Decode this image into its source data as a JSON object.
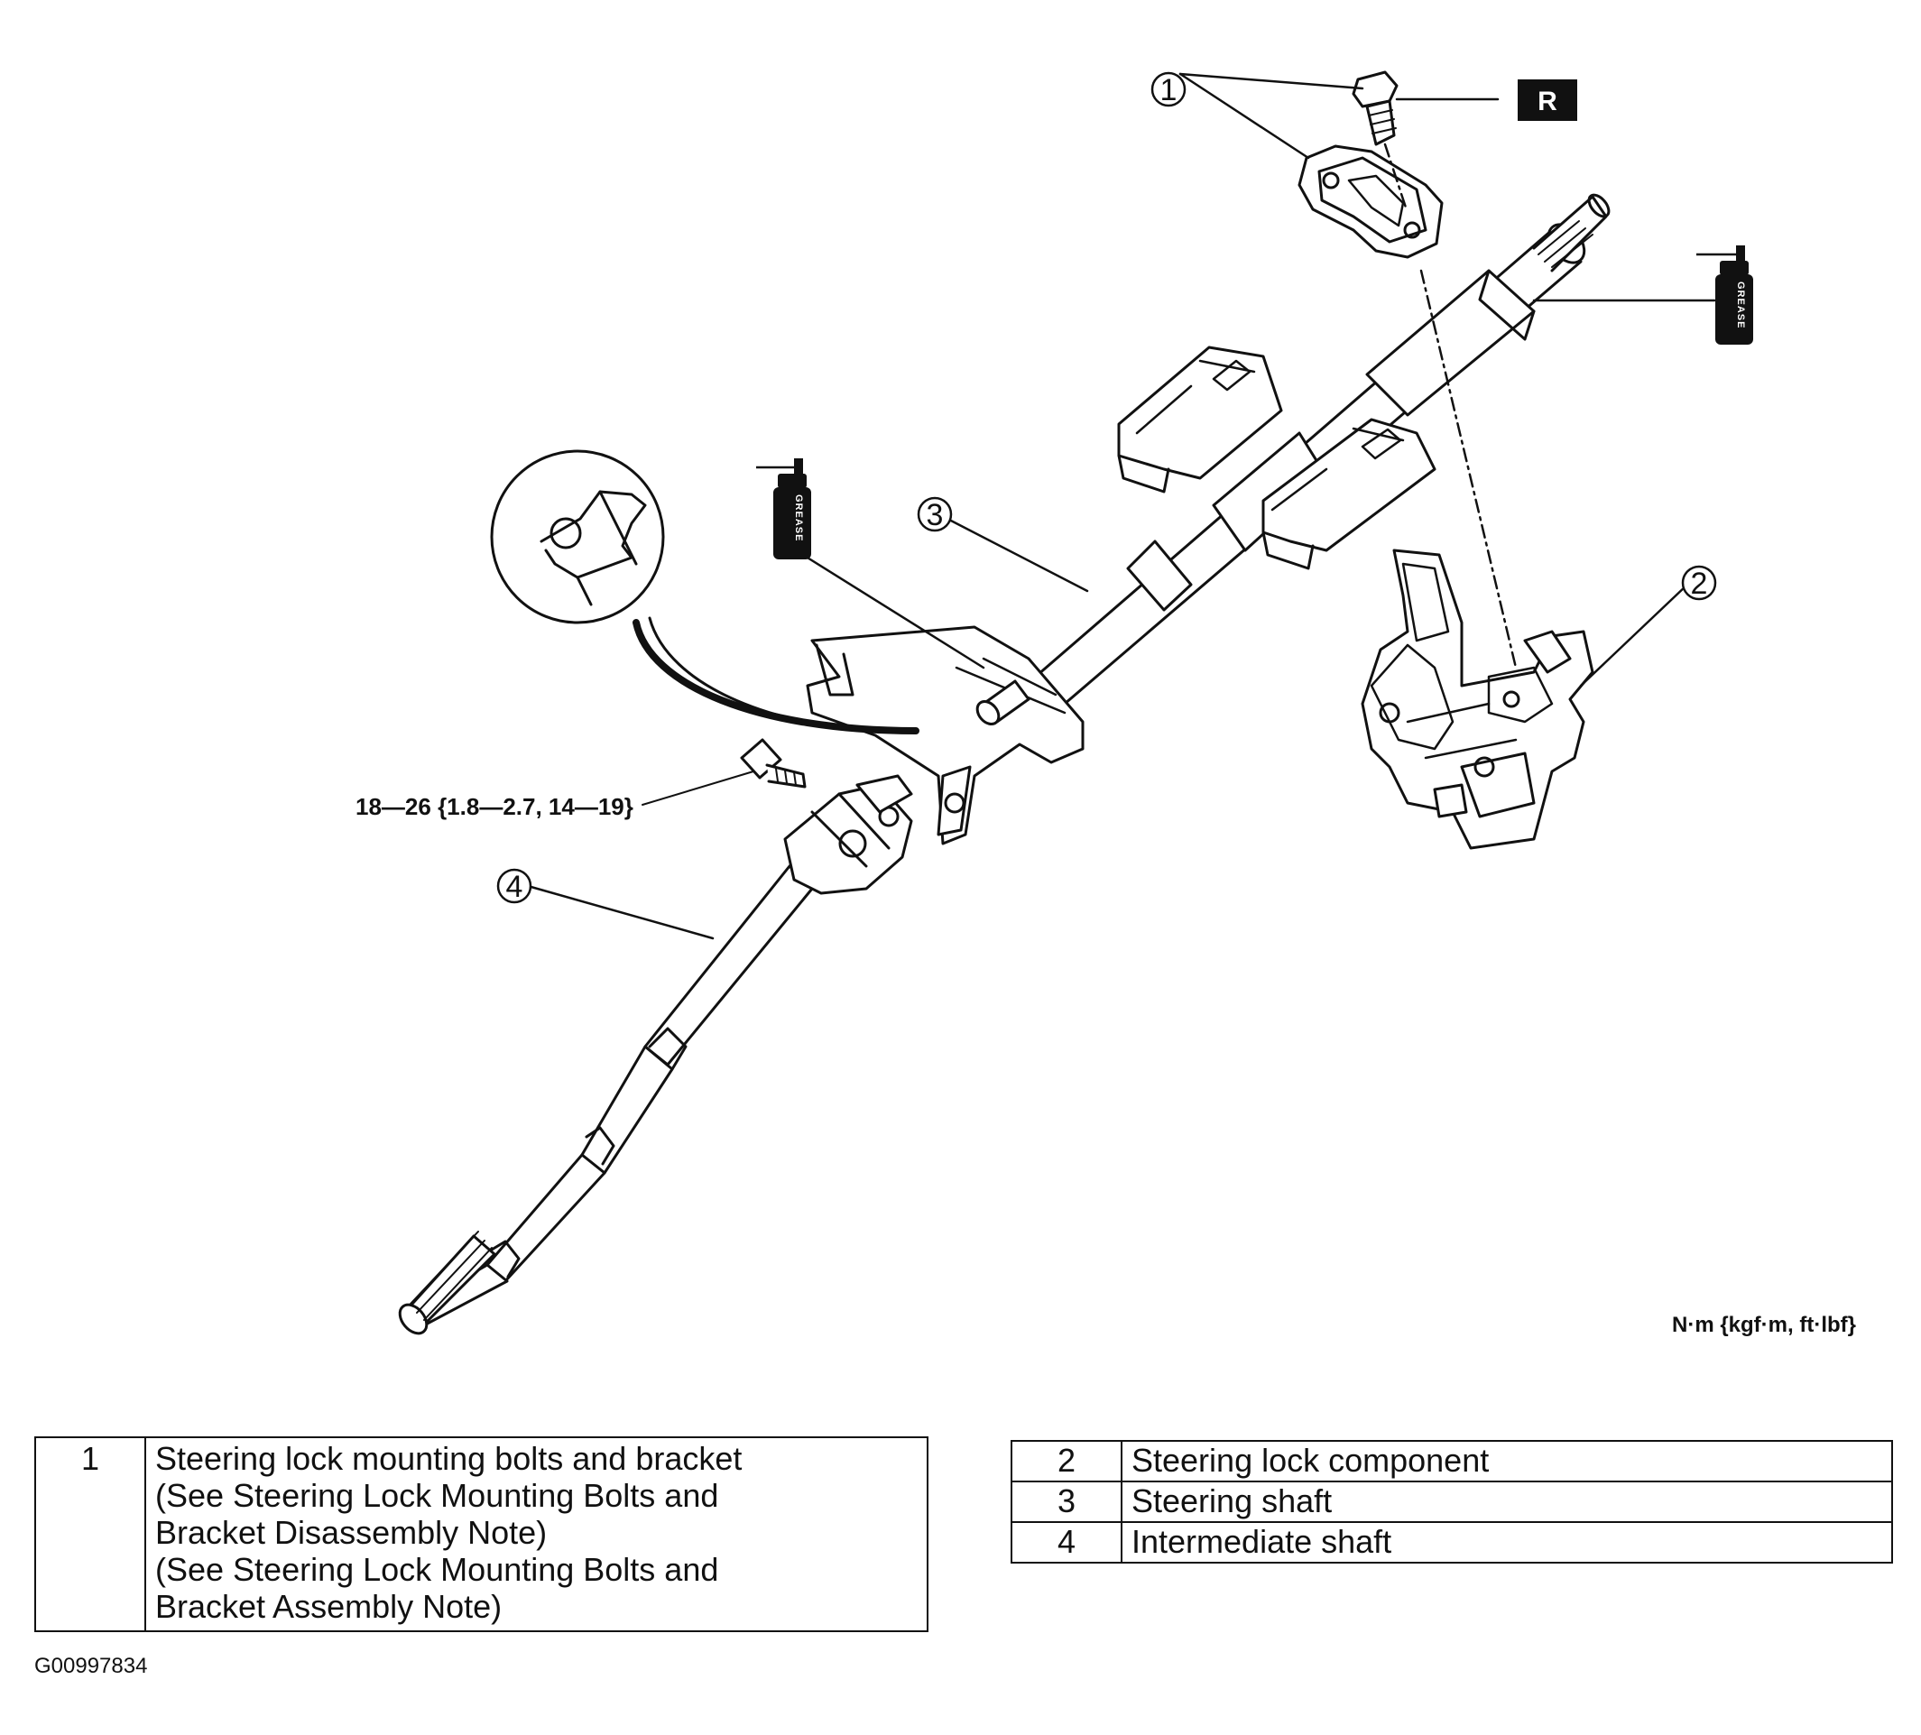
{
  "callouts": {
    "c1": "1",
    "c2": "2",
    "c3": "3",
    "c4": "4"
  },
  "torque_spec": "18—26 {1.8—2.7, 14—19}",
  "unit_note": "N·m {kgf·m, ft·lbf}",
  "grease_label": "GREASE",
  "replace_marker": "R",
  "legend_left": {
    "num": "1",
    "lines": [
      "Steering lock mounting bolts and bracket",
      "(See Steering Lock Mounting Bolts and",
      "Bracket Disassembly Note)",
      "(See Steering Lock Mounting Bolts and",
      "Bracket Assembly Note)"
    ]
  },
  "legend_right": [
    {
      "num": "2",
      "label": "Steering lock component"
    },
    {
      "num": "3",
      "label": "Steering shaft"
    },
    {
      "num": "4",
      "label": "Intermediate shaft"
    }
  ],
  "figure_id": "G00997834",
  "icons": [
    "grease-can-icon",
    "replace-part-icon",
    "bolt-icon",
    "detail-magnifier-icon"
  ]
}
